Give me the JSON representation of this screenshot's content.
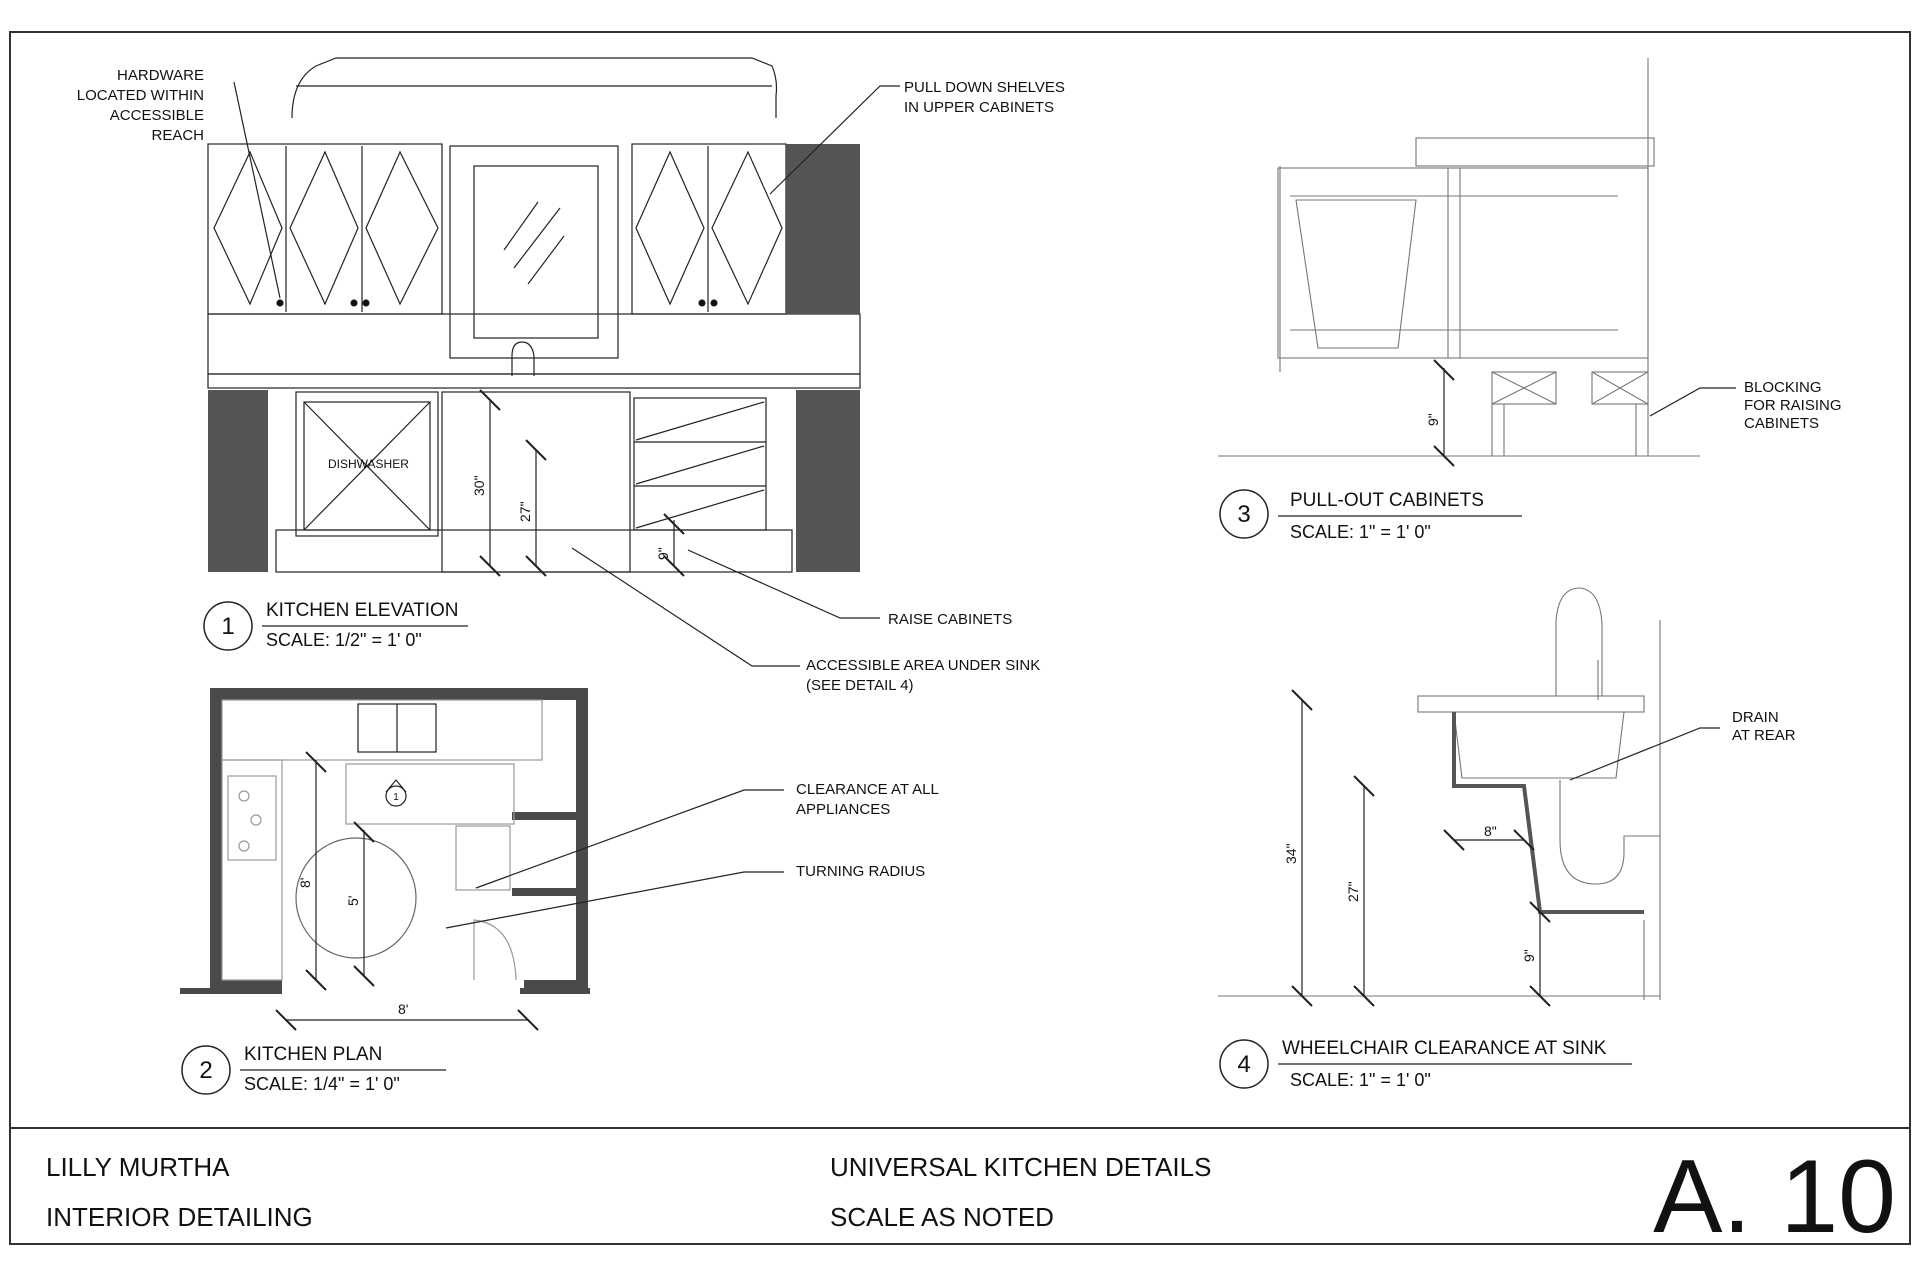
{
  "detail1": {
    "number": "1",
    "title": "KITCHEN ELEVATION",
    "scale": "SCALE: 1/2\" = 1' 0\"",
    "notes": {
      "hardware": [
        "HARDWARE",
        "LOCATED WITHIN",
        "ACCESSIBLE",
        "REACH"
      ],
      "pull_down": [
        "PULL DOWN SHELVES",
        "IN UPPER CABINETS"
      ],
      "raise": "RAISE CABINETS",
      "accessible": [
        "ACCESSIBLE AREA UNDER SINK",
        "(SEE DETAIL 4)"
      ]
    },
    "dishwasher_label": "DISHWASHER",
    "dims": {
      "sink_height": "30\"",
      "knee_height": "27\"",
      "raise_height": "9\""
    }
  },
  "detail2": {
    "number": "2",
    "title": "KITCHEN PLAN",
    "scale": "SCALE: 1/4\" = 1' 0\"",
    "notes": {
      "clearance": [
        "CLEARANCE AT ALL",
        "APPLIANCES"
      ],
      "turning": "TURNING RADIUS"
    },
    "dims": {
      "depth": "8'",
      "radius": "5'",
      "width": "8'"
    },
    "tag": "1"
  },
  "detail3": {
    "number": "3",
    "title": "PULL-OUT CABINETS",
    "scale": "SCALE: 1\" = 1' 0\"",
    "notes": {
      "blocking": [
        "BLOCKING",
        "FOR RAISING",
        "CABINETS"
      ]
    },
    "dims": {
      "raise": "9\""
    }
  },
  "detail4": {
    "number": "4",
    "title": "WHEELCHAIR CLEARANCE AT SINK",
    "scale": "SCALE: 1\" = 1' 0\"",
    "notes": {
      "drain": [
        "DRAIN",
        "AT REAR"
      ]
    },
    "dims": {
      "counter": "34\"",
      "knee": "27\"",
      "toe_depth": "8\"",
      "toe_height": "9\""
    }
  },
  "title_block": {
    "designer": "LILLY MURTHA",
    "course": "INTERIOR DETAILING",
    "sheet_title": "UNIVERSAL KITCHEN DETAILS",
    "scale_note": "SCALE AS NOTED",
    "sheet_number": "A. 10"
  },
  "colors": {
    "line": "#111111",
    "fill_dark": "#555555",
    "wall": "#4a4a4a"
  }
}
